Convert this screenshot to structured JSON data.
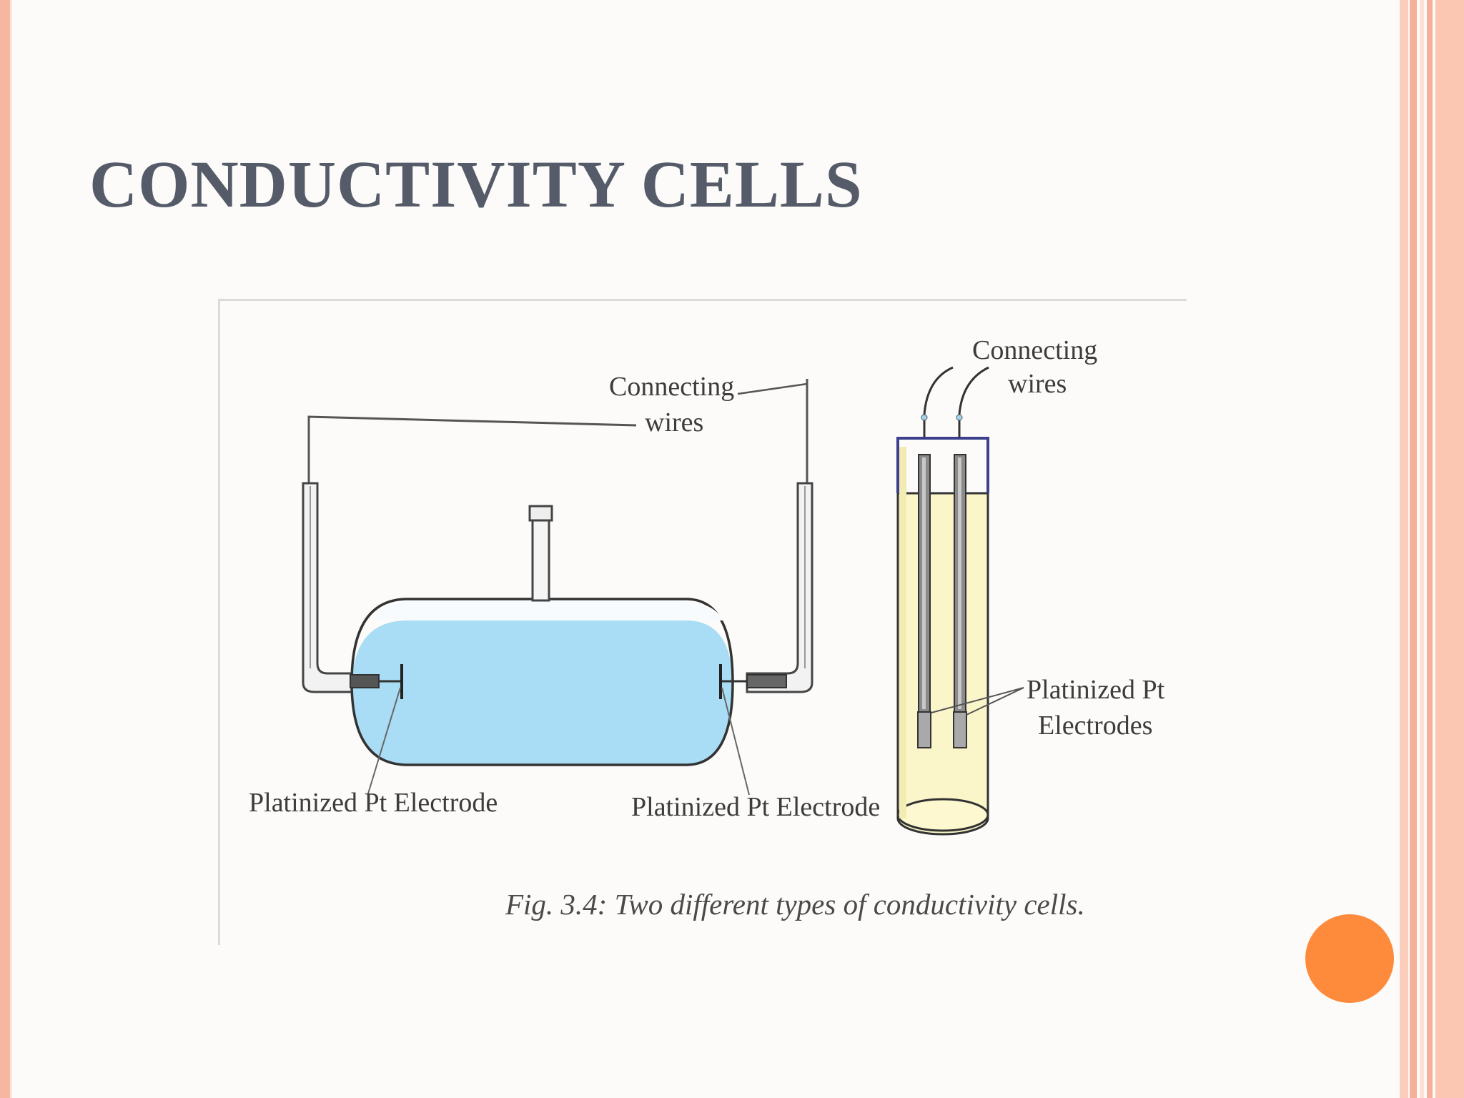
{
  "slide": {
    "title": "CONDUCTIVITY CELLS",
    "accent_border": "#f6b6a0",
    "accent_dot": "#fe8a3b",
    "title_color": "#555b68"
  },
  "figure": {
    "caption": "Fig. 3.4: Two different types of conductivity cells.",
    "cell_a": {
      "wires_label_line1": "Connecting",
      "wires_label_line2": "wires",
      "left_electrode_label": "Platinized Pt Electrode",
      "right_electrode_label": "Platinized Pt Electrode",
      "solution_color": "#a9dcf5"
    },
    "cell_b": {
      "wires_label_line1": "Connecting",
      "wires_label_line2": "wires",
      "electrodes_label_line1": "Platinized Pt",
      "electrodes_label_line2": "Electrodes",
      "tube_color": "#fbf6c9",
      "cap_color": "#3d3f8f"
    }
  }
}
